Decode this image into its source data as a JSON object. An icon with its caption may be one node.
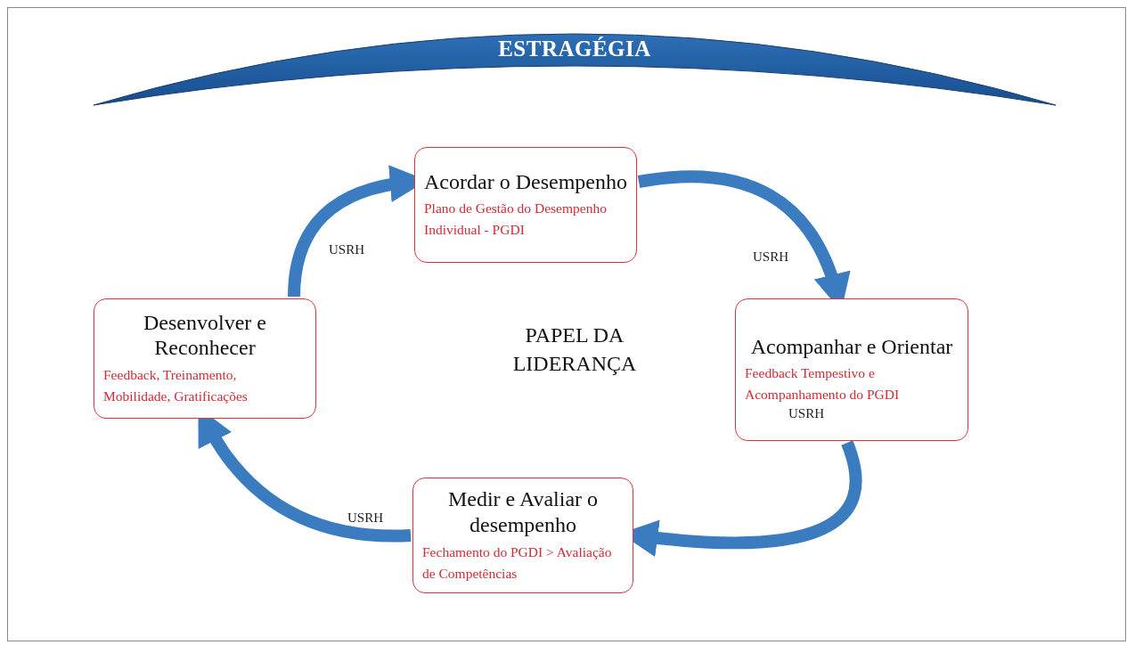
{
  "diagram": {
    "nodes": [
      {
        "text": [
          "ESTRAGÉGIA"
        ]
      },
      {
        "text": [
          "Acordar o Desempenho",
          "Plano de Gestão do Desempenho Individual - PGDI"
        ]
      },
      {
        "text": [
          "Acompanhar e Orientar",
          "Feedback Tempestivo  e Acompanhamento do PGDI"
        ]
      },
      {
        "text": [
          "Medir e Avaliar o desempenho",
          "Fechamento do PGDI > Avaliação de Competências"
        ]
      },
      {
        "text": [
          "Desenvolver e Reconhecer",
          "Feedback, Treinamento, Mobilidade, Gratificações"
        ]
      }
    ],
    "edges": [
      {
        "from": 1,
        "to": 2,
        "arrow": "to",
        "label": "USRH"
      },
      {
        "from": 2,
        "to": 3,
        "arrow": "to",
        "label": "USRH"
      },
      {
        "from": 3,
        "to": 4,
        "arrow": "to",
        "label": "USRH"
      },
      {
        "from": 4,
        "to": 1,
        "arrow": "to",
        "label": "USRH"
      }
    ],
    "labels": [
      "PAPEL DA LIDERANÇA"
    ]
  }
}
